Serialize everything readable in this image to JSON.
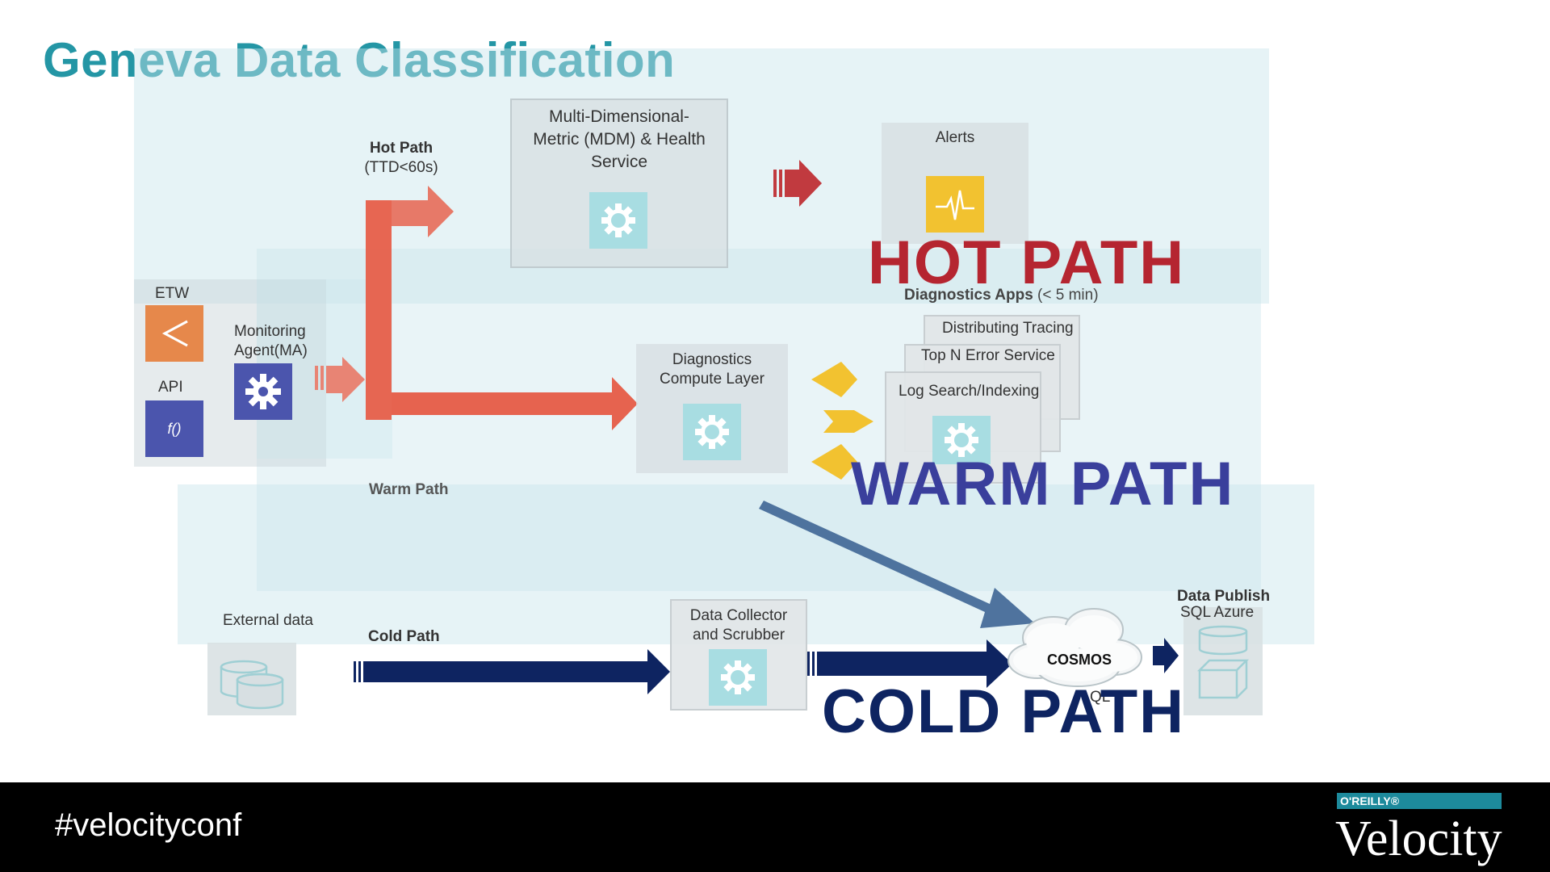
{
  "title": "Geneva Data Classification",
  "hot_path_label": "Hot Path",
  "hot_path_ttd": "(TTD<60s)",
  "warm_path_label": "Warm Path",
  "cold_path_label": "Cold Path",
  "sources": {
    "etw": "ETW",
    "api": "API",
    "api_icon_text": "f()",
    "ma_line1": "Monitoring",
    "ma_line2": "Agent(MA)"
  },
  "mdm": {
    "line1": "Multi-Dimensional-",
    "line2": "Metric (MDM) & Health",
    "line3": "Service"
  },
  "alerts": "Alerts",
  "diag_compute": {
    "line1": "Diagnostics",
    "line2": "Compute Layer"
  },
  "diag_apps": {
    "bold": "Diagnostics Apps",
    "rest": " (< 5 min)"
  },
  "apps": [
    "Distributing Tracing",
    "Top N Error Service",
    "Log Search/Indexing"
  ],
  "external_data": "External data",
  "collector": {
    "line1": "Data Collector",
    "line2": "and Scrubber"
  },
  "cosmos": "COSMOS",
  "sql_partial": "QL",
  "publish": {
    "title": "Data Publish",
    "sub": "SQL Azure"
  },
  "overlay": {
    "hot": "HOT PATH",
    "warm": "WARM PATH",
    "cold": "COLD PATH"
  },
  "footer": {
    "hashtag": "#velocityconf",
    "oreilly": "O'REILLY®",
    "brand": "Velocity"
  },
  "colors": {
    "teal": "#2496a5",
    "hot_red": "#b52530",
    "warm_blue": "#3a3f9c",
    "cold_navy": "#0e2461",
    "arrow_salmon": "#e6634f"
  }
}
